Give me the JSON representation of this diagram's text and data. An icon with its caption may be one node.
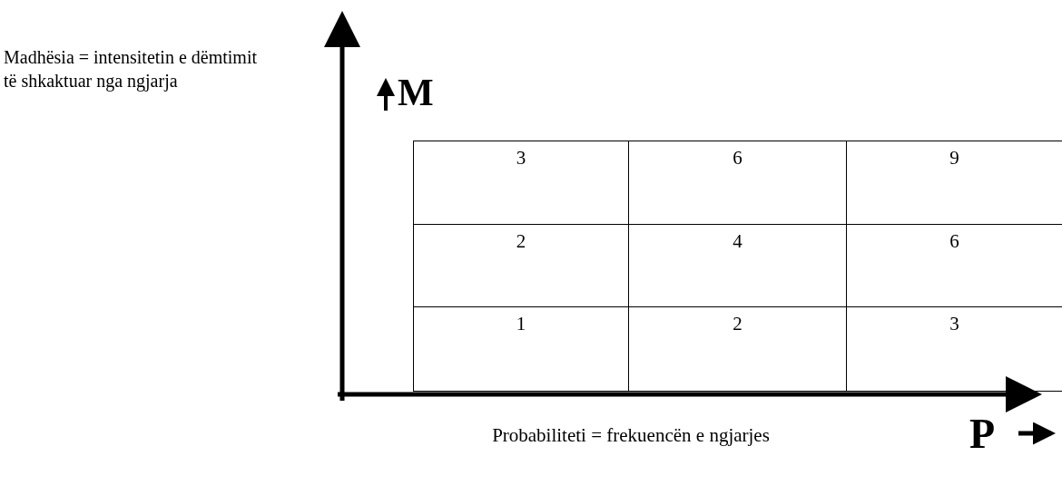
{
  "diagram": {
    "labels": [
      "Madhësia = intensitetin e dëmtimit të shkaktuar nga ngjarja",
      "M",
      "3",
      "6",
      "9",
      "2",
      "4",
      "6",
      "1",
      "2",
      "3",
      "Probabiliteti = frekuencën e ngjarjes",
      "P"
    ]
  }
}
